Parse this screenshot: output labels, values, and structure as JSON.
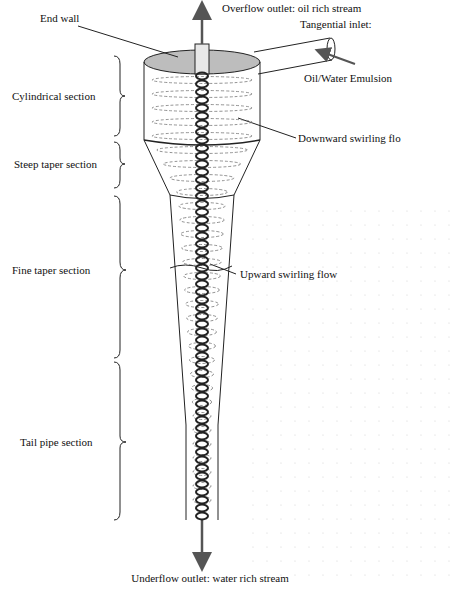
{
  "diagram": {
    "labels": [
      "End wall",
      "Overflow outlet: oil rich stream",
      "Tangential inlet:",
      "Oil/Water Emulsion",
      "Cylindrical section",
      "Steep taper section",
      "Downward swirling flo",
      "Fine taper section",
      "Upward swirling flow",
      "Tail pipe section",
      "Underflow outlet: water rich stream"
    ]
  }
}
